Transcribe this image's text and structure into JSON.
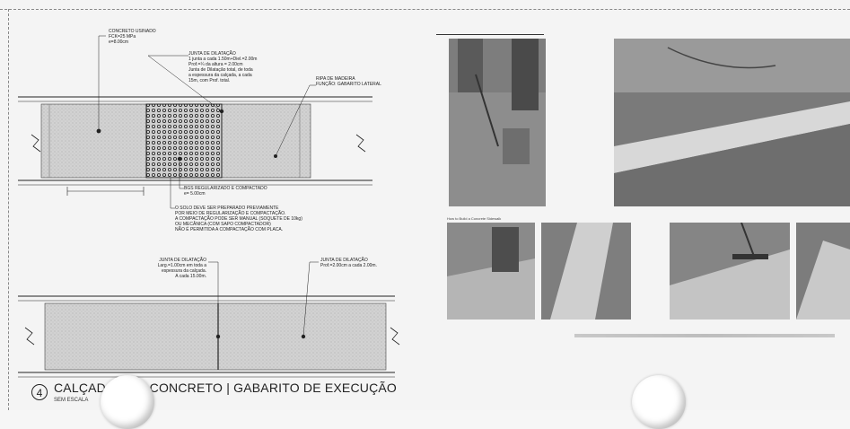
{
  "drawing": {
    "labels": {
      "concreto": "CONCRETO USINADO\nFCK=25 MPa\ne=8.00cm",
      "junta_top": "JUNTA DE DILATAÇÃO\n1 junta a cada 1.50m+Diel.=2.00m\nProf.=¼ da altura = 2.00cm\nJunta de Dilatação total, de toda\na espessura da calçada, a cada\n15m, com Prof. total.",
      "ripa": "RIPA DE MADEIRA\nFUNÇÃO: GABARITO LATERAL",
      "bgs": "BGS REGULARIZADO E COMPACTADO\ne= 5.00cm",
      "solo": "O SOLO DEVE SER PREPARADO PREVIAMENTE\nPOR MEIO DE REGULARIZAÇÃO E COMPACTAÇÃO.\nA COMPACTAÇÃO PODE SER MANUAL (SOQUETE DE 10kg)\nOU MECÂNICA (COM SAPO COMPACTADOR)\nNÃO É PERMITIDA A COMPACTAÇÃO COM PLACA.",
      "junta_left": "JUNTA DE DILATAÇÃO\nLarg.=1.00cm em toda a\nespessura da calçada.\nA cada 15.00m.",
      "junta_right": "JUNTA DE DILATAÇÃO\nProf.=2.00cm a cada 2.00m."
    },
    "number": "4",
    "title": "CALÇADAS EM CONCRETO | GABARITO DE EXECUÇÃO",
    "subtitle": "SEM ESCALA"
  },
  "photos": {
    "row_caption": "How to Build a Concrete Sidewalk",
    "bottom_caption": ""
  }
}
